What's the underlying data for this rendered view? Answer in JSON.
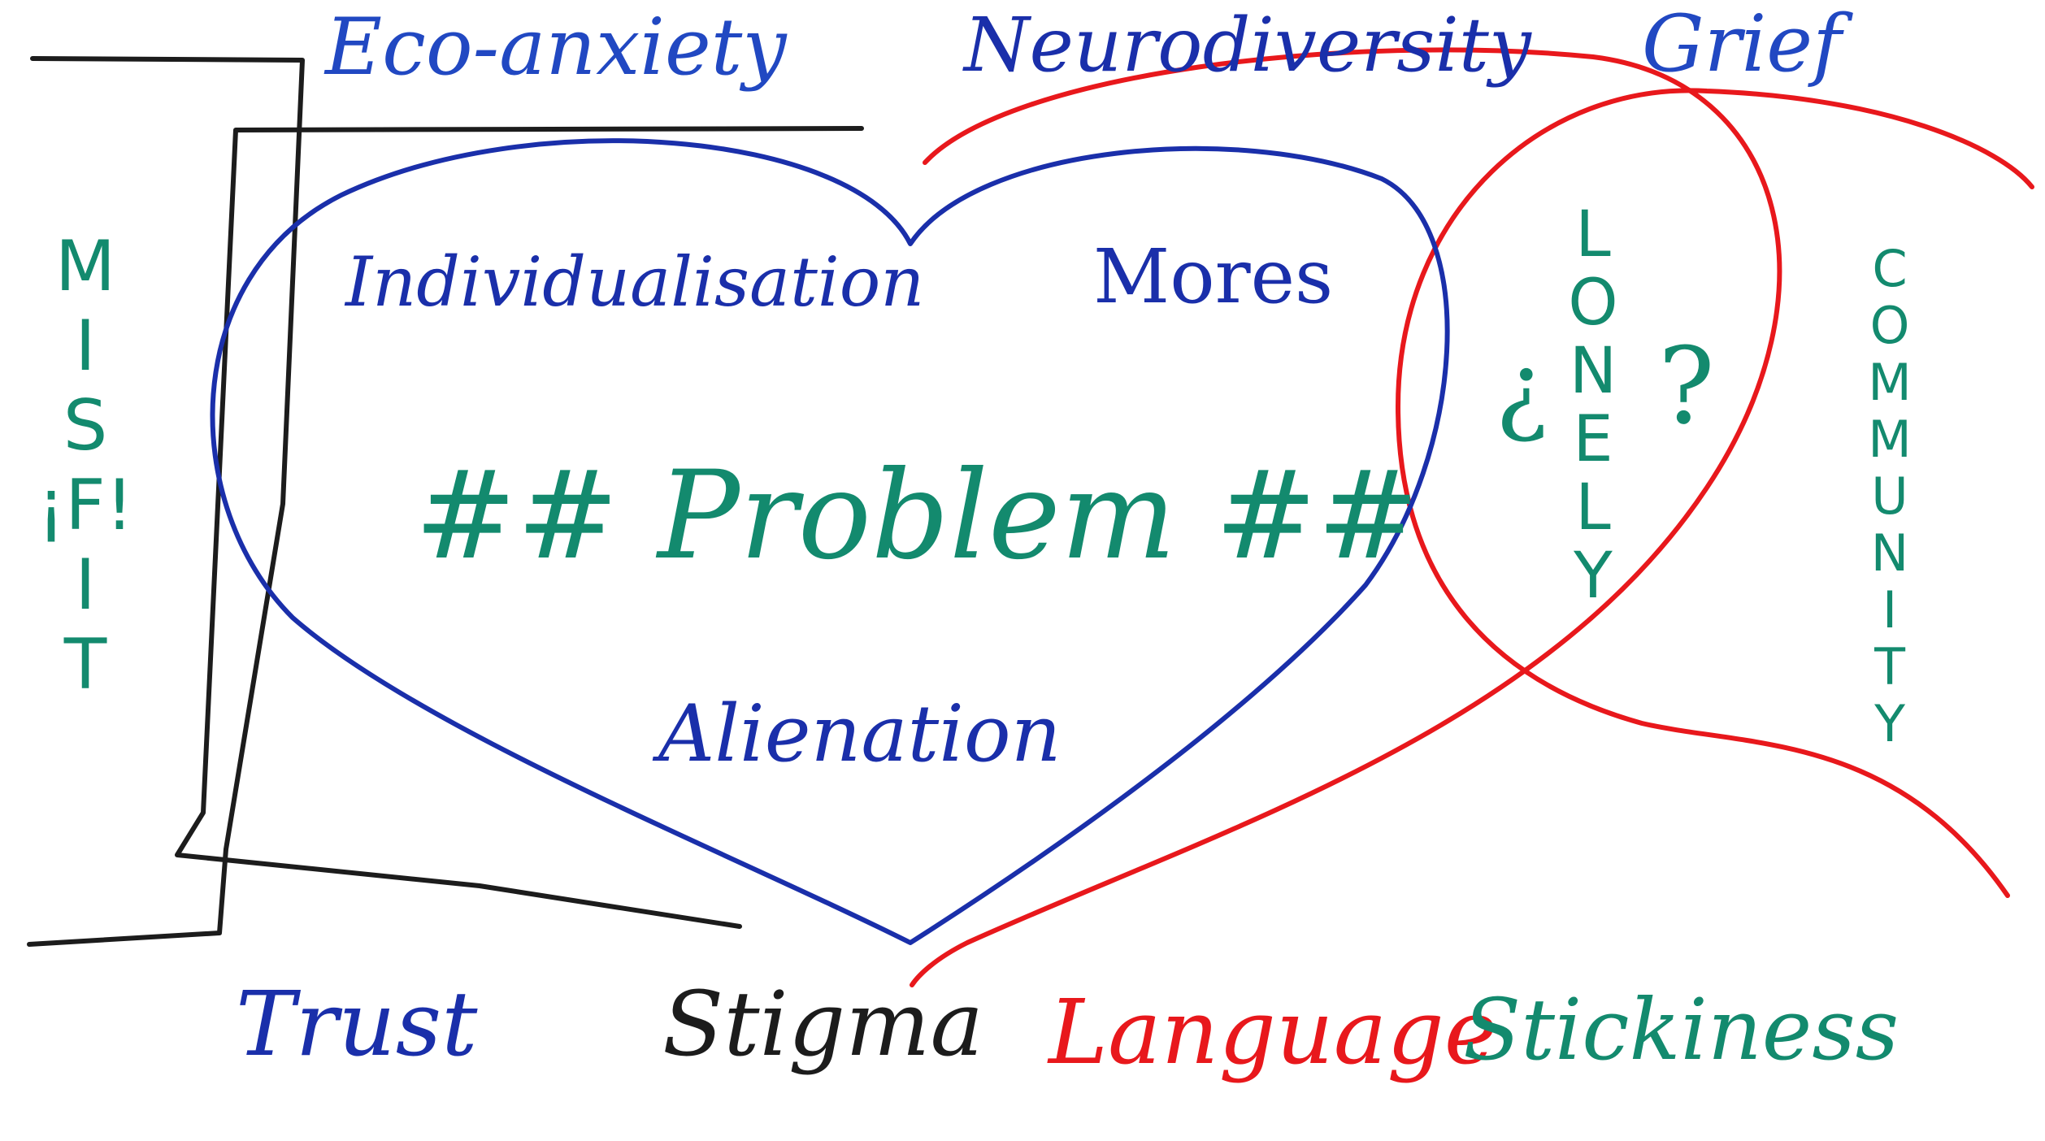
{
  "colors": {
    "blue": "#1a2faa",
    "blue_light": "#2148c2",
    "teal": "#138a6e",
    "red": "#e8181c",
    "black": "#1c1c1c"
  },
  "top_words": {
    "eco_anxiety": "Eco-anxiety",
    "neurodiversity": "Neurodiversity",
    "grief": "Grief"
  },
  "heart_words": {
    "individualisation": "Individualisation",
    "mores": "Mores",
    "problem": "## Problem ##",
    "alienation": "Alienation"
  },
  "vertical_words": {
    "misfit": [
      "M",
      "I",
      "S",
      "¡F!",
      "I",
      "T"
    ],
    "lonely": [
      "L",
      "O",
      "N",
      "E",
      "L",
      "Y"
    ],
    "lonely_question_open": "¿",
    "lonely_question_close": "?",
    "community": [
      "C",
      "O",
      "M",
      "M",
      "U",
      "N",
      "I",
      "T",
      "Y"
    ]
  },
  "bottom_words": {
    "trust": "Trust",
    "stigma": "Stigma",
    "language": "Language",
    "stickiness": "Stickiness"
  }
}
